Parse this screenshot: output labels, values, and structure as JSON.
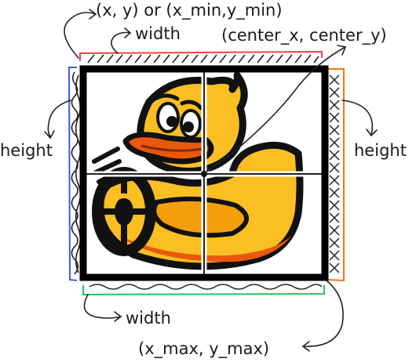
{
  "labels": {
    "top_left_corner": "(x, y) or (x_min,y_min)",
    "top_width": "width",
    "center": "(center_x, center_y)",
    "left_height": "height",
    "right_height": "height",
    "bottom_width": "width",
    "bottom_right_corner": "(x_max, y_max)"
  },
  "colors": {
    "top_edge": "#ef4444",
    "left_edge": "#3b5bdb",
    "right_edge": "#f97316",
    "bottom_edge": "#22c55e",
    "frame": "#000000",
    "duck_body": "#fbbf24",
    "duck_shade": "#f59e0b",
    "beak": "#ea580c"
  },
  "icons": {
    "picture": "rubber-duck-icon"
  }
}
